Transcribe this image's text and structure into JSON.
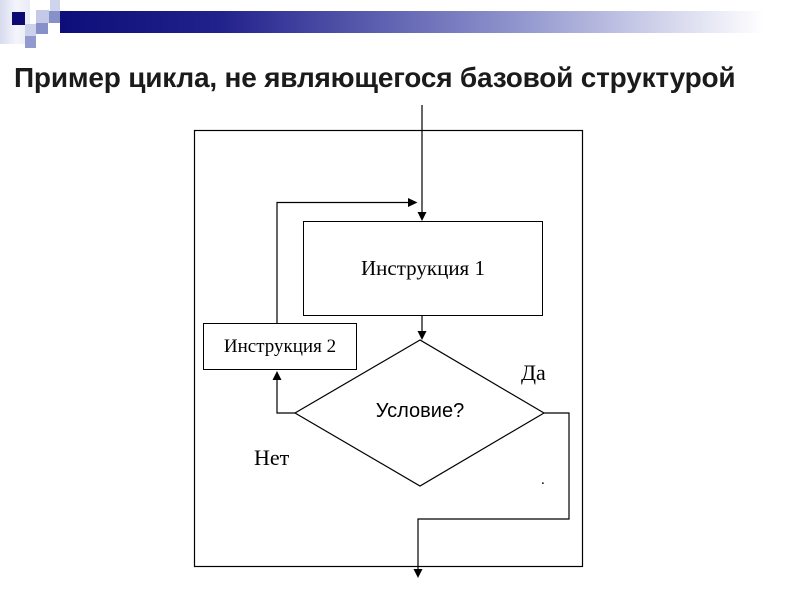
{
  "slide_title": "Пример цикла, не являющегося базовой структурой",
  "diagram": {
    "instruction1": "Инструкция 1",
    "instruction2": "Инструкция 2",
    "condition": "Условие?",
    "branch_yes": "Да",
    "branch_no": "Нет",
    "stray_dot": "."
  },
  "colors": {
    "accent_navy": "#0e0e7a",
    "accent_slate": "#8f94cd",
    "accent_pale": "#c9cfe9",
    "line_color": "#000000",
    "title_color": "#1b1b1b"
  }
}
